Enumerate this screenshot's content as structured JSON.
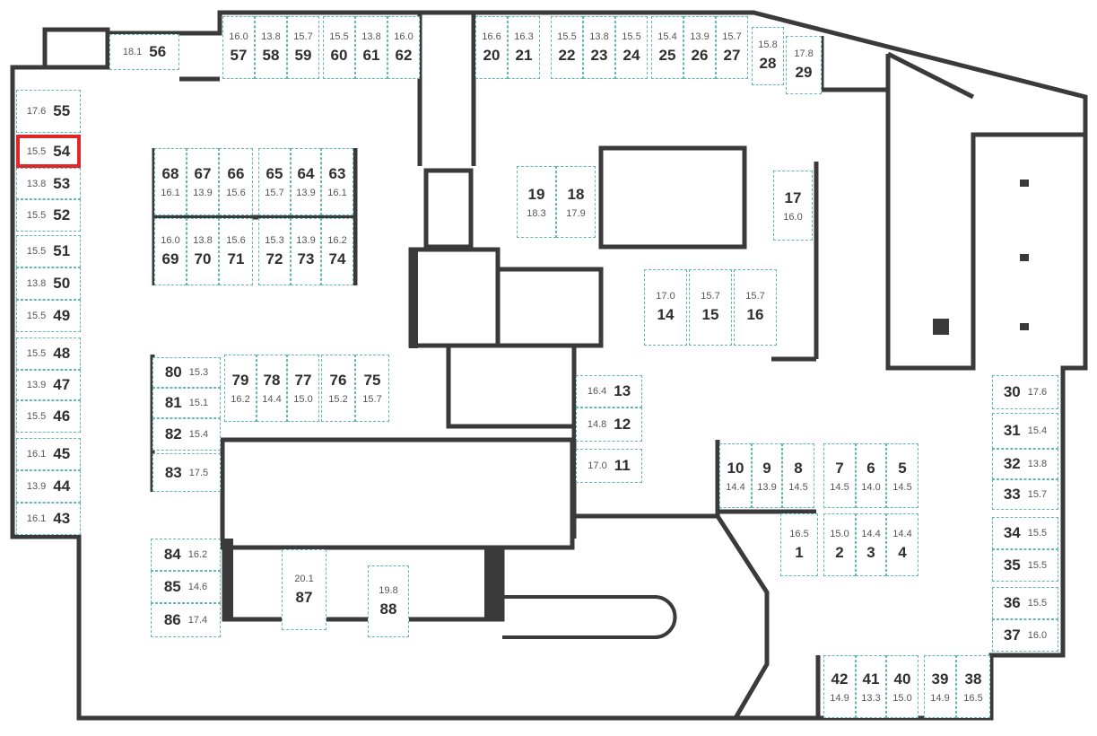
{
  "plan": {
    "title": "Parking floor plan",
    "selected_spot": "54",
    "colors": {
      "wall": "#3a3a3a",
      "spot_border": "#5fb8b4",
      "selected": "#e0262b"
    }
  },
  "spots": [
    {
      "number": "55",
      "area": "17.6"
    },
    {
      "number": "54",
      "area": "15.5"
    },
    {
      "number": "53",
      "area": "13.8"
    },
    {
      "number": "52",
      "area": "15.5"
    },
    {
      "number": "51",
      "area": "15.5"
    },
    {
      "number": "50",
      "area": "13.8"
    },
    {
      "number": "49",
      "area": "15.5"
    },
    {
      "number": "48",
      "area": "15.5"
    },
    {
      "number": "47",
      "area": "13.9"
    },
    {
      "number": "46",
      "area": "15.5"
    },
    {
      "number": "45",
      "area": "16.1"
    },
    {
      "number": "44",
      "area": "13.9"
    },
    {
      "number": "43",
      "area": "16.1"
    },
    {
      "number": "56",
      "area": "18.1"
    },
    {
      "number": "57",
      "area": "16.0"
    },
    {
      "number": "58",
      "area": "13.8"
    },
    {
      "number": "59",
      "area": "15.7"
    },
    {
      "number": "60",
      "area": "15.5"
    },
    {
      "number": "61",
      "area": "13.8"
    },
    {
      "number": "62",
      "area": "16.0"
    },
    {
      "number": "20",
      "area": "16.6"
    },
    {
      "number": "21",
      "area": "16.3"
    },
    {
      "number": "22",
      "area": "15.5"
    },
    {
      "number": "23",
      "area": "13.8"
    },
    {
      "number": "24",
      "area": "15.5"
    },
    {
      "number": "25",
      "area": "15.4"
    },
    {
      "number": "26",
      "area": "13.9"
    },
    {
      "number": "27",
      "area": "15.7"
    },
    {
      "number": "28",
      "area": "15.8"
    },
    {
      "number": "29",
      "area": "17.8"
    },
    {
      "number": "68",
      "area": "16.1"
    },
    {
      "number": "67",
      "area": "13.9"
    },
    {
      "number": "66",
      "area": "15.6"
    },
    {
      "number": "65",
      "area": "15.7"
    },
    {
      "number": "64",
      "area": "13.9"
    },
    {
      "number": "63",
      "area": "16.1"
    },
    {
      "number": "69",
      "area": "16.0"
    },
    {
      "number": "70",
      "area": "13.8"
    },
    {
      "number": "71",
      "area": "15.6"
    },
    {
      "number": "72",
      "area": "15.3"
    },
    {
      "number": "73",
      "area": "13.9"
    },
    {
      "number": "74",
      "area": "16.2"
    },
    {
      "number": "19",
      "area": "18.3"
    },
    {
      "number": "18",
      "area": "17.9"
    },
    {
      "number": "17",
      "area": "16.0"
    },
    {
      "number": "14",
      "area": "17.0"
    },
    {
      "number": "15",
      "area": "15.7"
    },
    {
      "number": "16",
      "area": "15.7"
    },
    {
      "number": "80",
      "area": "15.3"
    },
    {
      "number": "81",
      "area": "15.1"
    },
    {
      "number": "82",
      "area": "15.4"
    },
    {
      "number": "83",
      "area": "17.5"
    },
    {
      "number": "79",
      "area": "16.2"
    },
    {
      "number": "78",
      "area": "14.4"
    },
    {
      "number": "77",
      "area": "15.0"
    },
    {
      "number": "76",
      "area": "15.2"
    },
    {
      "number": "75",
      "area": "15.7"
    },
    {
      "number": "13",
      "area": "16.4"
    },
    {
      "number": "12",
      "area": "14.8"
    },
    {
      "number": "11",
      "area": "17.0"
    },
    {
      "number": "10",
      "area": "14.4"
    },
    {
      "number": "9",
      "area": "13.9"
    },
    {
      "number": "8",
      "area": "14.5"
    },
    {
      "number": "7",
      "area": "14.5"
    },
    {
      "number": "6",
      "area": "14.0"
    },
    {
      "number": "5",
      "area": "14.5"
    },
    {
      "number": "1",
      "area": "16.5"
    },
    {
      "number": "2",
      "area": "15.0"
    },
    {
      "number": "3",
      "area": "14.4"
    },
    {
      "number": "4",
      "area": "14.4"
    },
    {
      "number": "30",
      "area": "17.6"
    },
    {
      "number": "31",
      "area": "15.4"
    },
    {
      "number": "32",
      "area": "13.8"
    },
    {
      "number": "33",
      "area": "15.7"
    },
    {
      "number": "34",
      "area": "15.5"
    },
    {
      "number": "35",
      "area": "15.5"
    },
    {
      "number": "36",
      "area": "15.5"
    },
    {
      "number": "37",
      "area": "16.0"
    },
    {
      "number": "42",
      "area": "14.9"
    },
    {
      "number": "41",
      "area": "13.3"
    },
    {
      "number": "40",
      "area": "15.0"
    },
    {
      "number": "39",
      "area": "14.9"
    },
    {
      "number": "38",
      "area": "16.5"
    },
    {
      "number": "84",
      "area": "16.2"
    },
    {
      "number": "85",
      "area": "14.6"
    },
    {
      "number": "86",
      "area": "17.4"
    },
    {
      "number": "87",
      "area": "20.1"
    },
    {
      "number": "88",
      "area": "19.8"
    }
  ]
}
